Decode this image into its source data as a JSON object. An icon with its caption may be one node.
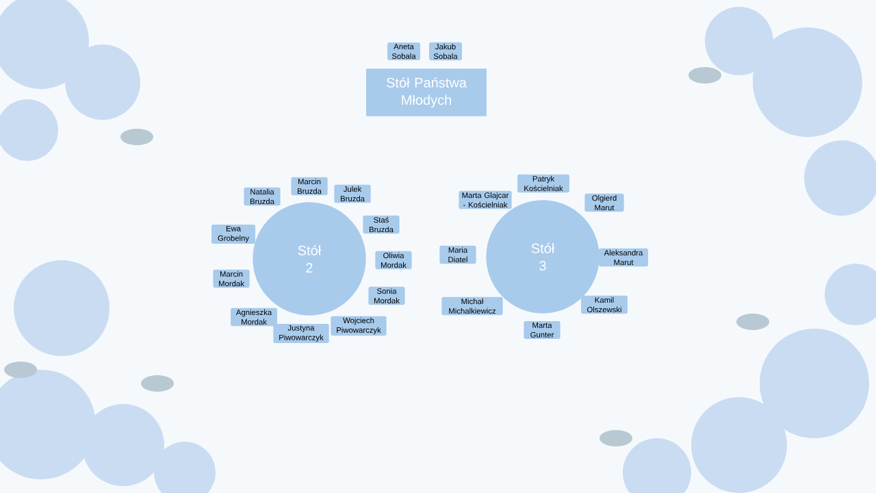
{
  "diagram": {
    "nodes": [
      {
        "text": [
          "Stół Państwa Młodych"
        ]
      },
      {
        "text": [
          "Aneta Sobala"
        ]
      },
      {
        "text": [
          "Jakub Sobala"
        ]
      },
      {
        "text": [
          "Stół 2"
        ]
      },
      {
        "text": [
          "Natalia Bruzda"
        ]
      },
      {
        "text": [
          "Marcin Bruzda"
        ]
      },
      {
        "text": [
          "Julek Bruzda"
        ]
      },
      {
        "text": [
          "Staś Bruzda"
        ]
      },
      {
        "text": [
          "Oliwia Mordak"
        ]
      },
      {
        "text": [
          "Sonia Mordak"
        ]
      },
      {
        "text": [
          "Wojciech Piwowarczyk"
        ]
      },
      {
        "text": [
          "Justyna Piwowarczyk"
        ]
      },
      {
        "text": [
          "Agnieszka Mordak"
        ]
      },
      {
        "text": [
          "Marcin Mordak"
        ]
      },
      {
        "text": [
          "Ewa Grobelny"
        ]
      },
      {
        "text": [
          "Stół 3"
        ]
      },
      {
        "text": [
          "Marta Glajcar - Kościelniak"
        ]
      },
      {
        "text": [
          "Patryk Kościelniak"
        ]
      },
      {
        "text": [
          "Olgierd Marut"
        ]
      },
      {
        "text": [
          "Aleksandra Marut"
        ]
      },
      {
        "text": [
          "Kamil Olszewski"
        ]
      },
      {
        "text": [
          "Marta Gunter"
        ]
      },
      {
        "text": [
          "Michał Michalkiewicz"
        ]
      },
      {
        "text": [
          "Maria Diatel"
        ]
      }
    ]
  }
}
